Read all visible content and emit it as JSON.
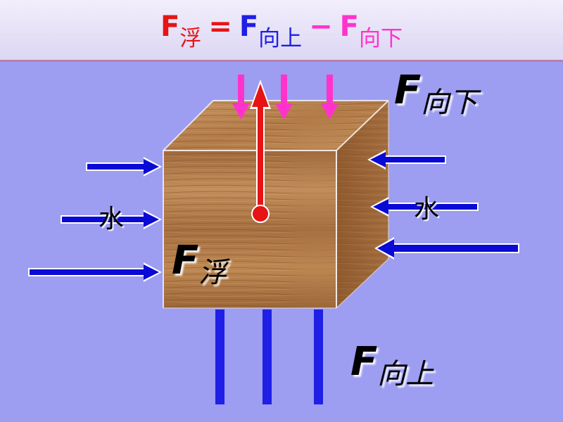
{
  "formula": {
    "f1": "F",
    "f1_sub": "浮",
    "eq": "=",
    "f2": "F",
    "f2_sub": "向上",
    "minus": "−",
    "f3": "F",
    "f3_sub": "向下"
  },
  "labels": {
    "down_force": {
      "main": "F",
      "sub": "向下"
    },
    "up_force": {
      "main": "F",
      "sub": "向上"
    },
    "buoyancy": {
      "main": "F",
      "sub": "浮"
    },
    "water_left": "水",
    "water_right": "水"
  },
  "colors": {
    "background": "#9d9df2",
    "header": "#e6e2f7",
    "buoyant_red": "#e61414",
    "up_blue": "#1f1fe6",
    "down_pink": "#ff33cc",
    "side_blue": "#0a0ad6",
    "wood": "#b07a48"
  }
}
